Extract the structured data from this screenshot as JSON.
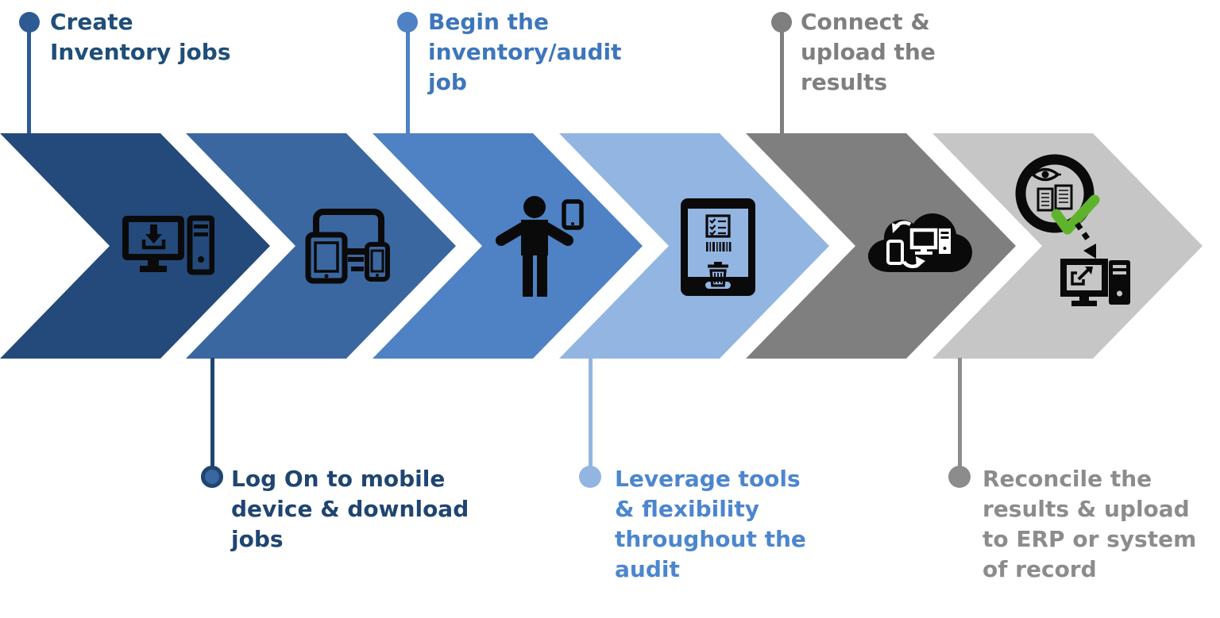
{
  "diagram": {
    "type": "process-flow-chevrons",
    "background": "#FFFFFF",
    "steps": [
      {
        "step": 1,
        "label": "Create\nInventory jobs",
        "label_position": "top",
        "icon": "desktop-download-icon",
        "chevron_color": "#24497B",
        "text_color": "#1F4E79",
        "connector_color": "#2E5A94"
      },
      {
        "step": 2,
        "label": "Log On to mobile\ndevice & download\njobs",
        "label_position": "bottom",
        "icon": "multi-device-icon",
        "chevron_color": "#3A67A0",
        "text_color": "#1F4571",
        "connector_color": "#1F4571"
      },
      {
        "step": 3,
        "label": "Begin the\ninventory/audit\njob",
        "label_position": "top",
        "icon": "person-with-phone-icon",
        "chevron_color": "#4E82C4",
        "text_color": "#3D76BC",
        "connector_color": "#4E82C4"
      },
      {
        "step": 4,
        "label": "Leverage tools\n& flexibility\nthroughout the\naudit",
        "label_position": "bottom",
        "icon": "tablet-audit-icon",
        "chevron_color": "#93B5E2",
        "text_color": "#4C86CE",
        "connector_color": "#93B5E2"
      },
      {
        "step": 5,
        "label": "Connect &\nupload the\nresults",
        "label_position": "top",
        "icon": "cloud-sync-icon",
        "chevron_color": "#7F7F7F",
        "text_color": "#7F7F7F",
        "connector_color": "#7F7F7F"
      },
      {
        "step": 6,
        "label": "Reconcile the\nresults & upload\nto ERP or system\nof record",
        "label_position": "bottom",
        "icon": "review-export-icon",
        "chevron_color": "#C6C6C6",
        "text_color": "#8C8C8C",
        "connector_color": "#8C8C8C"
      }
    ],
    "accent_colors": {
      "icon_black": "#0A0A0A",
      "check_green": "#5FB32C"
    }
  }
}
